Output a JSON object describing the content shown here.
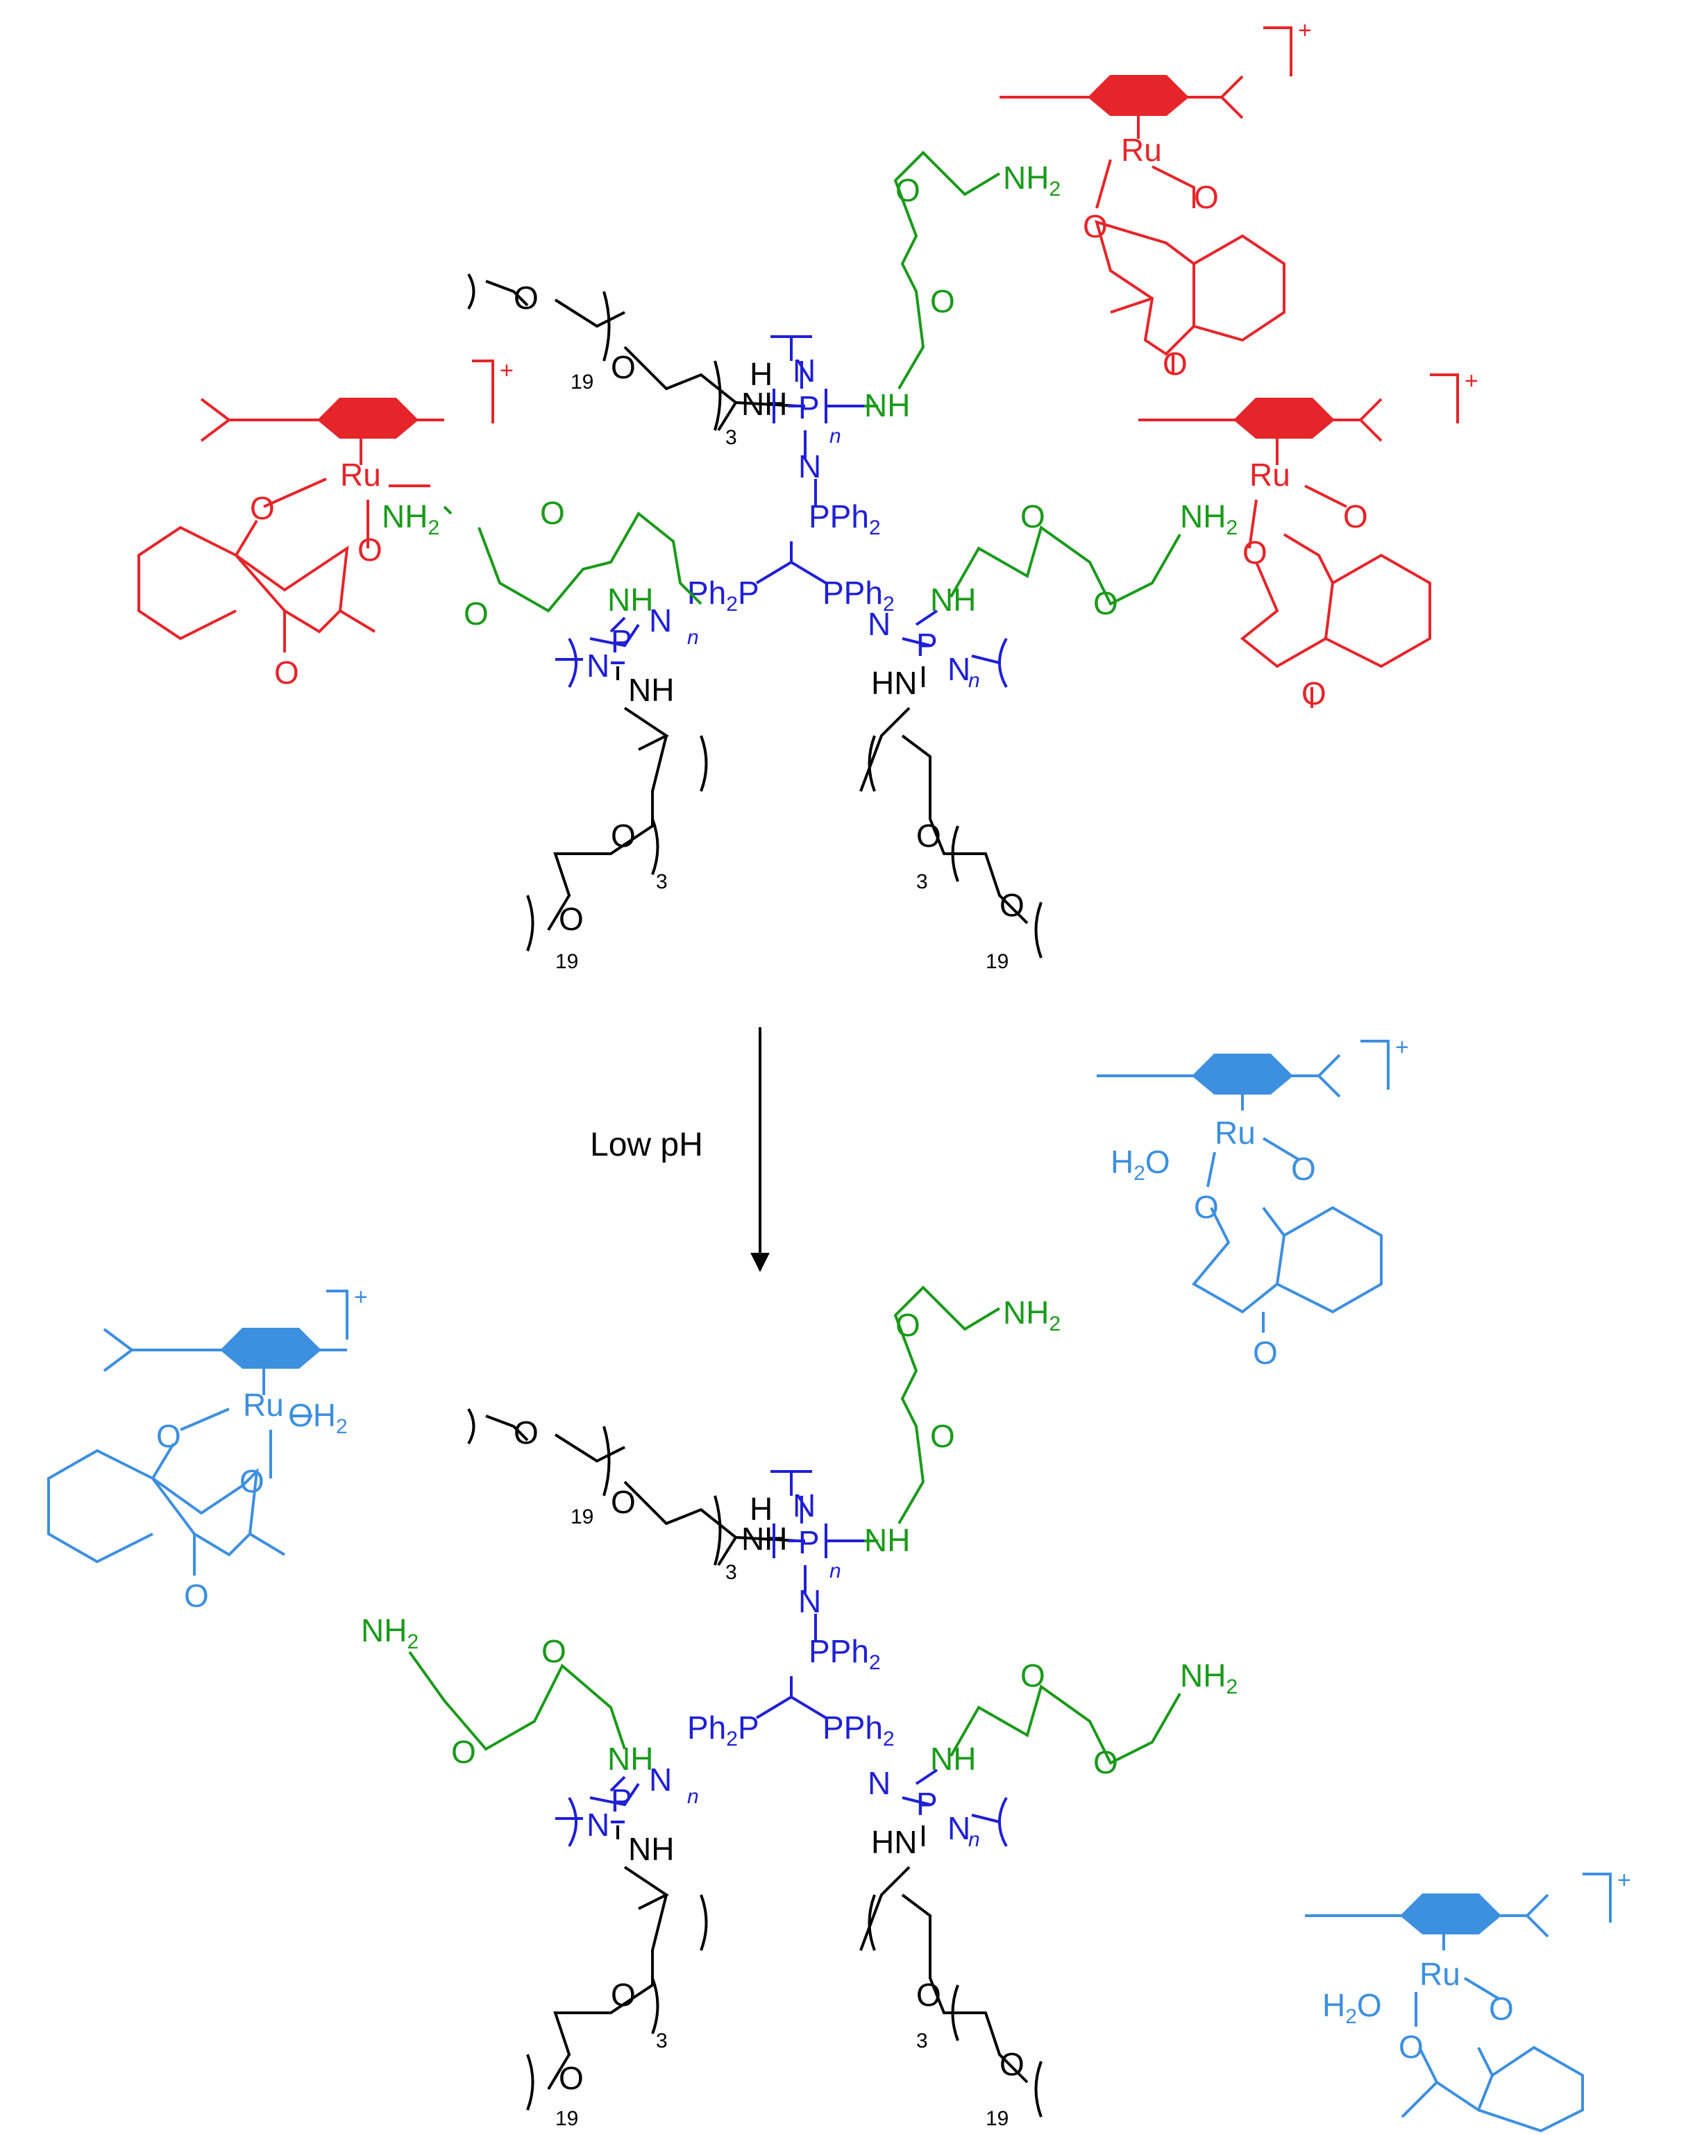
{
  "colors": {
    "polymer": "#000000",
    "backbone": "#1f1fd6",
    "linker": "#1a9a1a",
    "bound_complex": "#e5252a",
    "released_complex": "#3d8fe0"
  },
  "icons": {
    "arrow": "down-arrow-icon",
    "rings": "arene-ring-icon"
  },
  "labels": {
    "ru": "Ru",
    "o": "O",
    "nh": "NH",
    "nh2": "NH",
    "nh2_sub": "2",
    "h": "H",
    "hn": "HN",
    "n": "N",
    "p": "P",
    "pph": "PPh",
    "ph2p": "Ph",
    "ph2p_tail": "P",
    "n_italic": "n",
    "sub2": "2",
    "water": "H",
    "water_o": "O",
    "oh": "OH",
    "charge": "+",
    "index_19": "19",
    "index_3": "3"
  },
  "reaction": {
    "condition": "Low pH"
  }
}
